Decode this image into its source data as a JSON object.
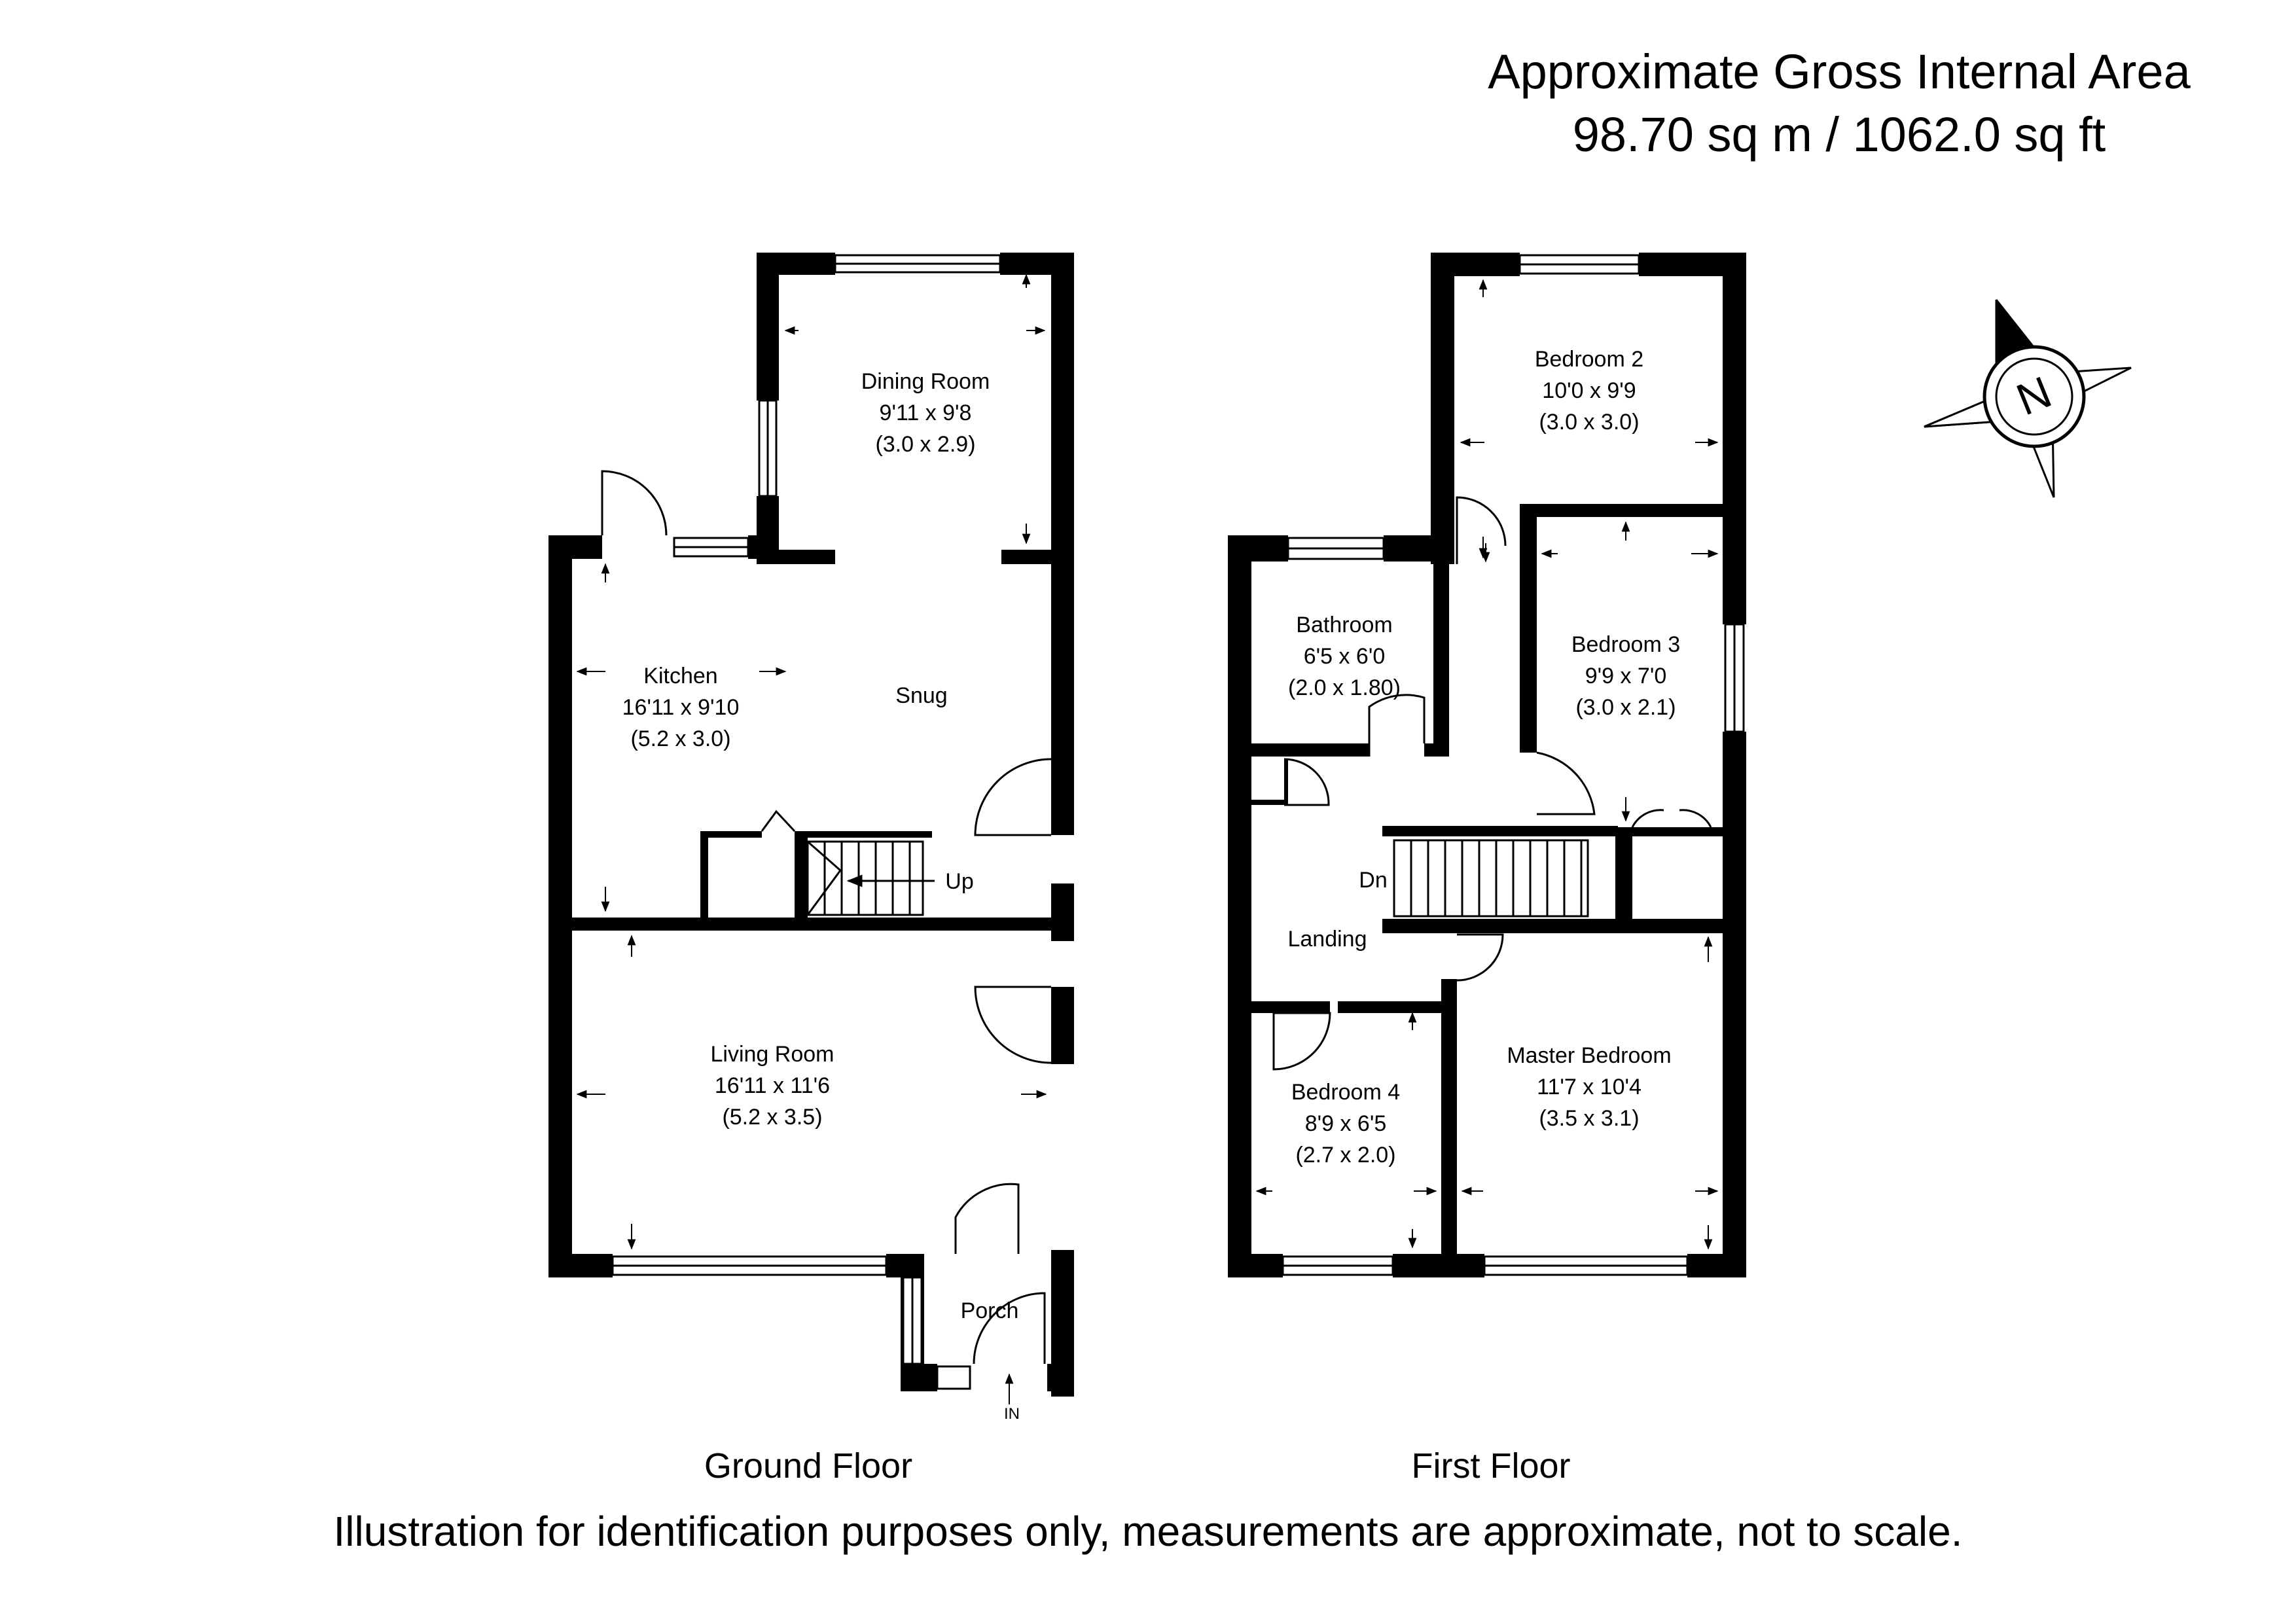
{
  "header": {
    "line1": "Approximate Gross Internal Area",
    "line2": "98.70 sq m / 1062.0 sq ft"
  },
  "floors": [
    {
      "name": "Ground Floor"
    },
    {
      "name": "First Floor"
    }
  ],
  "rooms": {
    "dining_room": [
      "Dining Room",
      "9'11 x 9'8",
      "(3.0 x 2.9)"
    ],
    "kitchen": [
      "Kitchen",
      "16'11 x 9'10",
      "(5.2 x 3.0)"
    ],
    "snug": [
      "Snug"
    ],
    "living_room": [
      "Living Room",
      "16'11 x 11'6",
      "(5.2 x 3.5)"
    ],
    "porch": [
      "Porch"
    ],
    "bedroom_2": [
      "Bedroom 2",
      "10'0 x 9'9",
      "(3.0 x 3.0)"
    ],
    "bathroom": [
      "Bathroom",
      "6'5 x 6'0",
      "(2.0 x 1.80)"
    ],
    "bedroom_3": [
      "Bedroom 3",
      "9'9 x 7'0",
      "(3.0 x 2.1)"
    ],
    "landing": [
      "Landing"
    ],
    "bedroom_4": [
      "Bedroom 4",
      "8'9 x 6'5",
      "(2.7 x 2.0)"
    ],
    "master_bedroom": [
      "Master Bedroom",
      "11'7 x 10'4",
      "(3.5 x 3.1)"
    ]
  },
  "stairs": {
    "up": "Up",
    "down": "Dn"
  },
  "entrance": "IN",
  "compass": {
    "letter": "N"
  },
  "footer": "Illustration for identification purposes only, measurements are approximate, not to scale."
}
